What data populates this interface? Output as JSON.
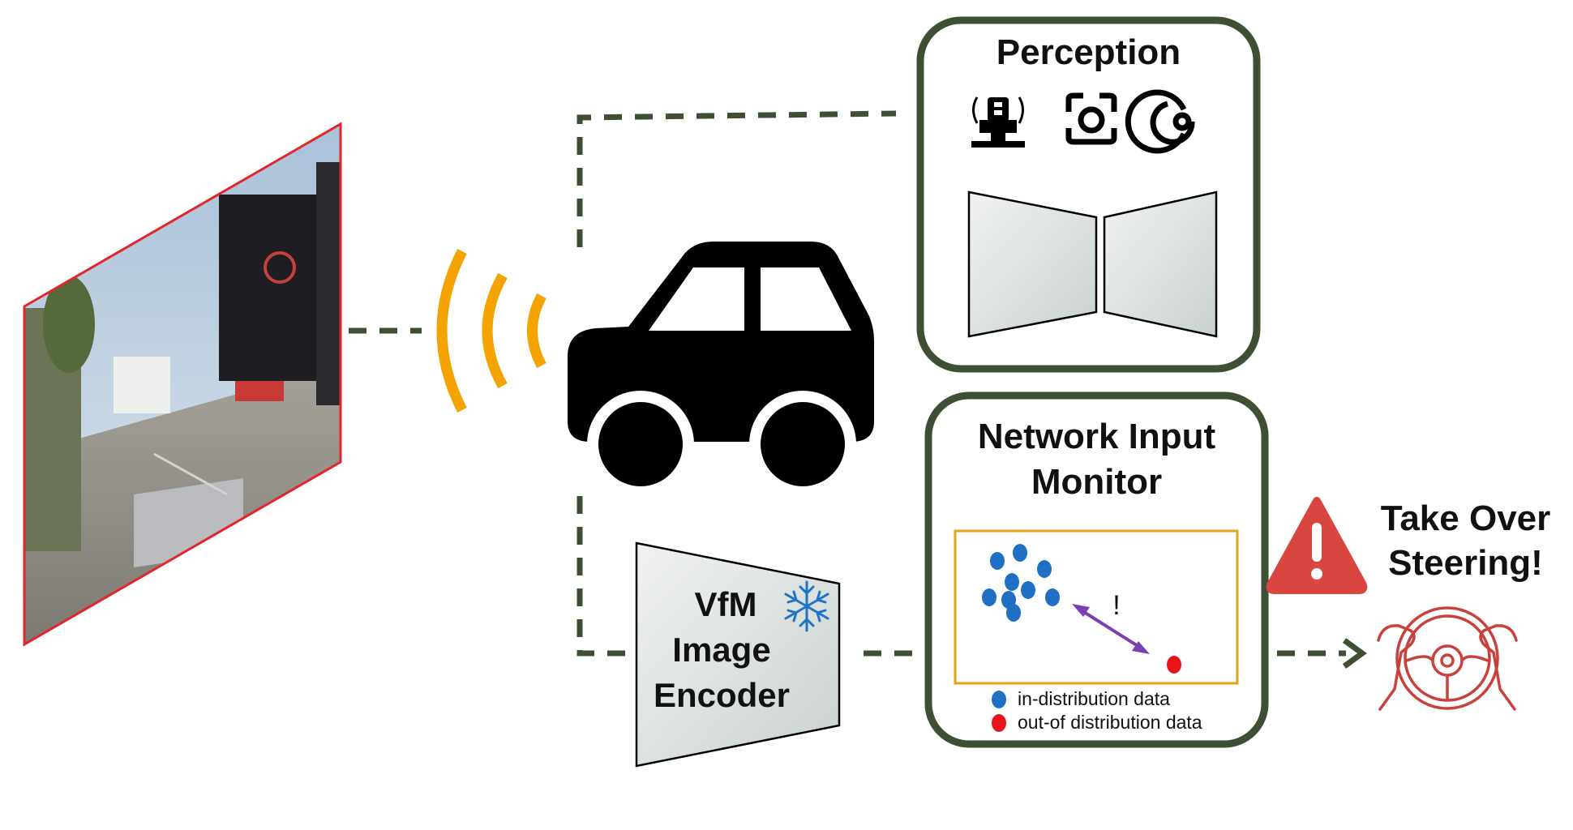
{
  "perception": {
    "title": "Perception"
  },
  "monitor": {
    "title_line1": "Network Input",
    "title_line2": "Monitor",
    "exclaim": "!",
    "legend": {
      "in_label": "in-distribution data",
      "out_label": "out-of distribution data"
    }
  },
  "encoder": {
    "line1": "VfM",
    "line2": "Image",
    "line3": "Encoder"
  },
  "alert": {
    "line1": "Take Over",
    "line2": "Steering!"
  },
  "icons": [
    "lidar-icon",
    "camera-icon",
    "radar-icon",
    "snowflake-icon",
    "warning-icon",
    "steering-wheel-icon",
    "car-icon",
    "wireless-signal-icon"
  ],
  "colors": {
    "box_border": "#3f4f34",
    "connector": "#3f4f34",
    "signal": "#f5a300",
    "in_dist": "#1f6fc4",
    "out_dist": "#e8151b",
    "monitor_plot_border": "#e6a21a",
    "arrow": "#7a3fb0",
    "alert_red": "#d9453f",
    "camera_frame": "#e3252b"
  }
}
